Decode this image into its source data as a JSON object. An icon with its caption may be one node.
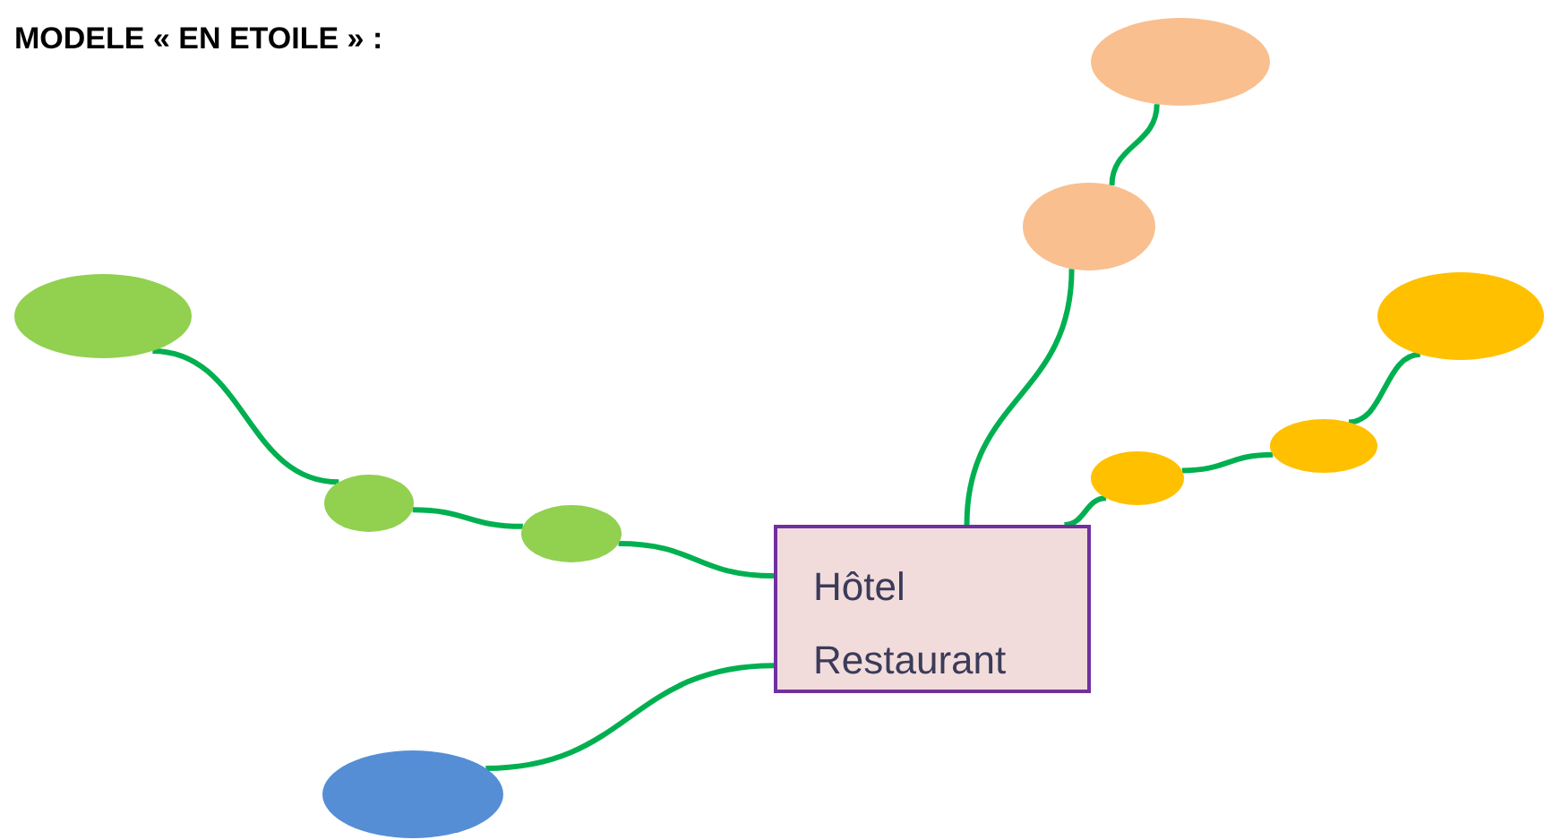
{
  "diagram": {
    "title": "MODELE « EN ETOILE » :",
    "nodes": [
      {
        "text": [
          "Hôtel Restaurant"
        ]
      },
      {
        "text": [],
        "shape": "ellipse"
      },
      {
        "text": [],
        "shape": "ellipse"
      },
      {
        "text": [],
        "shape": "ellipse"
      },
      {
        "text": [],
        "shape": "ellipse"
      },
      {
        "text": [],
        "shape": "ellipse"
      },
      {
        "text": [],
        "shape": "ellipse"
      },
      {
        "text": [],
        "shape": "ellipse"
      },
      {
        "text": [],
        "shape": "ellipse"
      },
      {
        "text": [],
        "shape": "ellipse"
      }
    ],
    "edges": [
      {
        "from": 1,
        "to": 2,
        "arrow": "none"
      },
      {
        "from": 2,
        "to": 3,
        "arrow": "none"
      },
      {
        "from": 3,
        "to": 0,
        "arrow": "none"
      },
      {
        "from": 4,
        "to": 5,
        "arrow": "none"
      },
      {
        "from": 5,
        "to": 0,
        "arrow": "none"
      },
      {
        "from": 6,
        "to": 7,
        "arrow": "none"
      },
      {
        "from": 7,
        "to": 8,
        "arrow": "none"
      },
      {
        "from": 8,
        "to": 0,
        "arrow": "none"
      },
      {
        "from": 0,
        "to": 9,
        "arrow": "none"
      }
    ]
  }
}
